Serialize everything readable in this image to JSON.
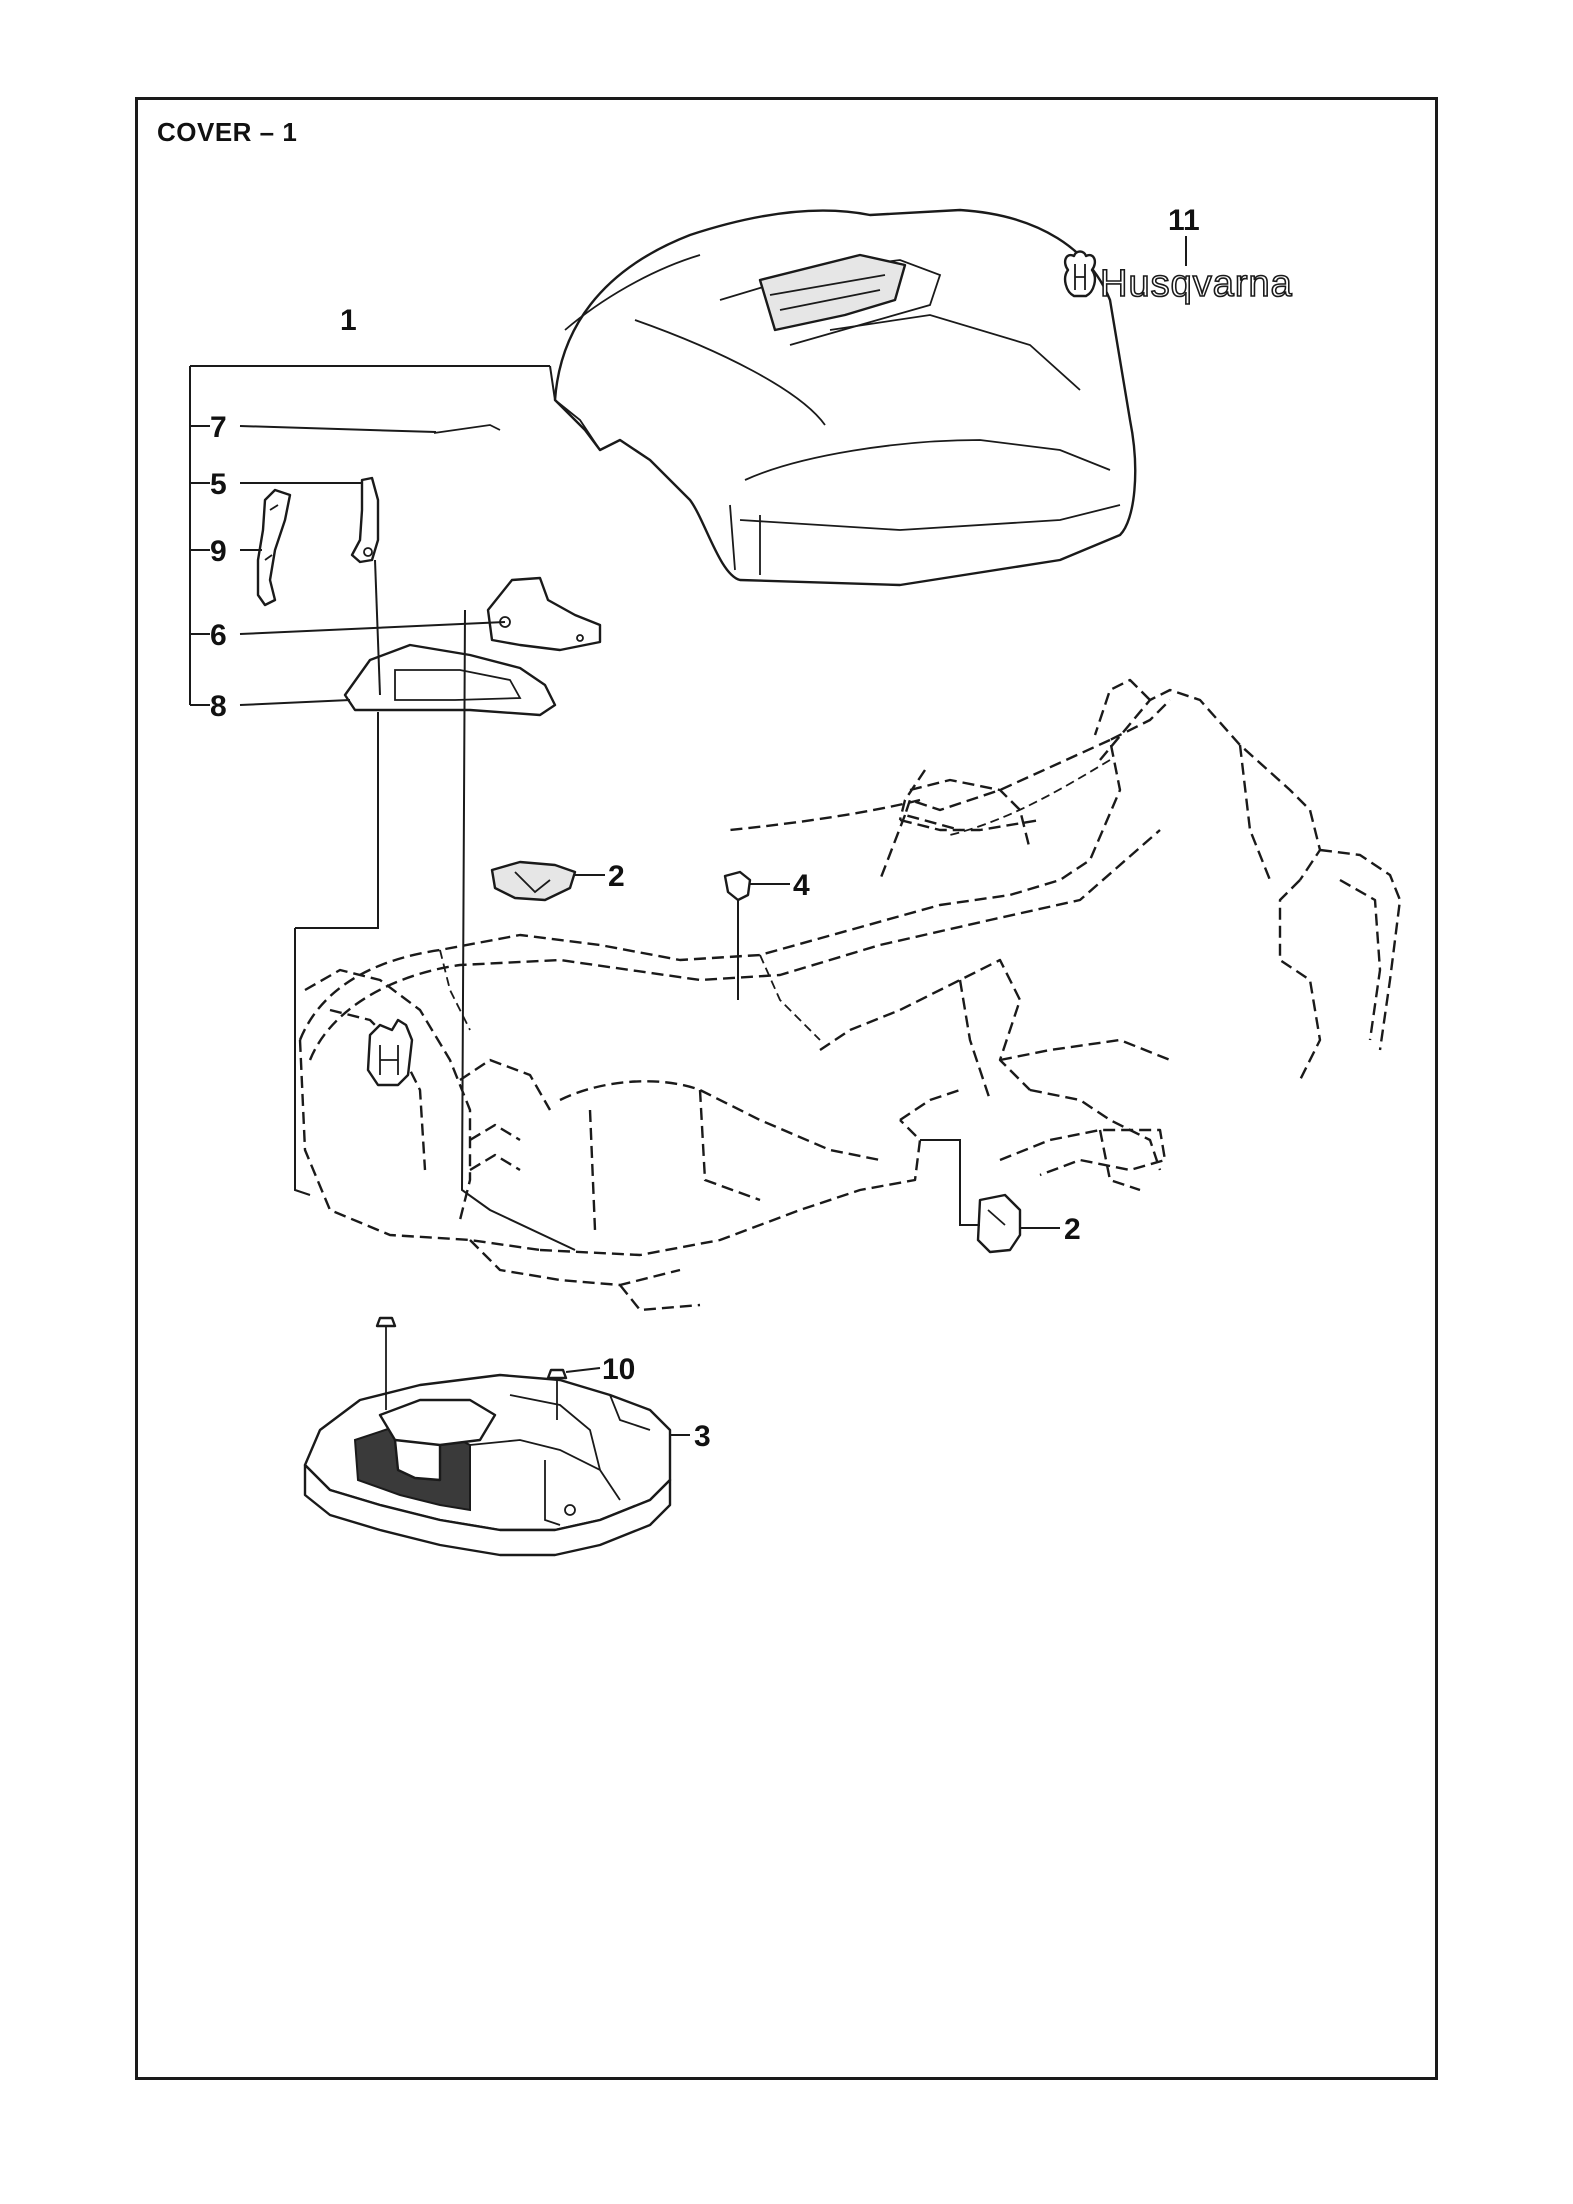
{
  "title": "COVER – 1",
  "callouts": {
    "c1": "1",
    "c2a": "2",
    "c2b": "2",
    "c3": "3",
    "c4": "4",
    "c5": "5",
    "c6": "6",
    "c7": "7",
    "c8": "8",
    "c9": "9",
    "c10": "10",
    "c11": "11"
  },
  "logo": {
    "brand_text": "Husqvarna"
  },
  "icons": {
    "logo_symbol": "husqvarna-crown-h-icon"
  }
}
